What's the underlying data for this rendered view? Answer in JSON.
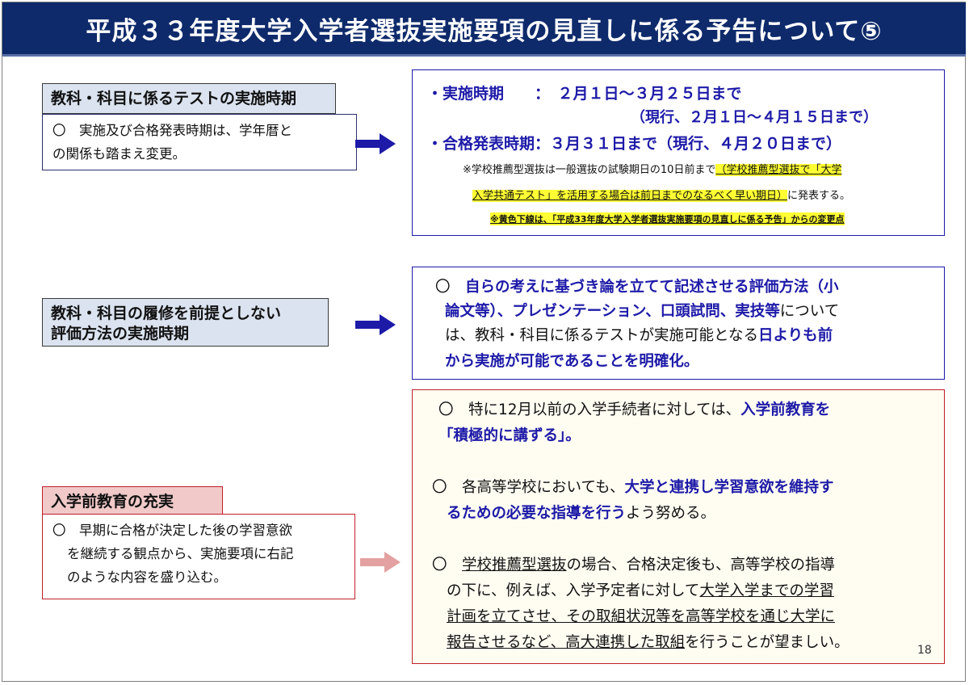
{
  "title": "平成３３年度大学入学者選抜実施要項の見直しに係る予告について⑤",
  "section1": {
    "header": "教科・科目に係るテストの実施時期",
    "body_l1": "〇　実施及び合格発表時期は、学年暦と",
    "body_l2": "の関係も踏まえ変更。",
    "r_l1": "・実施時期　　：　２月１日～３月２５日まで",
    "r_l2": "（現行、２月１日～４月１５日まで）",
    "r_l3": "・合格発表時期：３月３１日まで（現行、４月２０日まで）",
    "note_l1_a": "※学校推薦型選抜は一般選抜の試験期日の10日前まで",
    "note_l1_b": "（学校推薦型選抜で「大学",
    "note_l2_a": "入学共通テスト」を活用する場合は前日までのなるべく早い期日）",
    "note_l2_b": "に発表する。",
    "note_l3": "※黄色下線は、「平成33年度大学入学者選抜実施要項の見直しに係る予告」からの変更点"
  },
  "section2": {
    "header_l1": "教科・科目の履修を前提としない",
    "header_l2": "評価方法の実施時期",
    "r1_a": "〇",
    "r1_b": "自らの考えに基づき論を立てて記述させる評価方法（小",
    "r2_a": "論文等）、プレゼンテーション、口頭試問、実技等",
    "r2_b": "について",
    "r3_a": "は、教科・科目に係るテストが実施可能となる",
    "r3_b": "日よりも前",
    "r4": "から実施が可能であることを明確化。"
  },
  "section3": {
    "header": "入学前教育の充実",
    "body_l1": "〇　早期に合格が決定した後の学習意欲",
    "body_l2": "を継続する観点から、実施要項に右記",
    "body_l3": "のような内容を盛り込む。",
    "p1_l1_a": "〇　特に12月以前の入学手続者に対しては、",
    "p1_l1_b": "入学前教育を",
    "p1_l2": "「積極的に講ずる」。",
    "p2_l1_a": "〇　各高等学校においても、",
    "p2_l1_b": "大学と連携し学習意欲を維持す",
    "p2_l2_a": "るための必要な指導を行う",
    "p2_l2_b": "よう努める。",
    "p3_l1_a": "〇　",
    "p3_l1_b": "学校推薦型選抜",
    "p3_l1_c": "の場合、合格決定後も、高等学校の指導",
    "p3_l2_a": "の下に、例えば、入学予定者に対して",
    "p3_l2_b": "大学入学までの学習",
    "p3_l3": "計画を立てさせ、その取組状況等を高等学校を通じ大学に",
    "p3_l4_a": "報告させるなど、高大連携した取組",
    "p3_l4_b": "を行うことが望ましい。"
  },
  "page_number": "18",
  "colors": {
    "title_bg": "#0e2a6b",
    "accent_blue": "#1d1aa8",
    "accent_red": "#c0202a",
    "highlight": "#ffff33"
  }
}
